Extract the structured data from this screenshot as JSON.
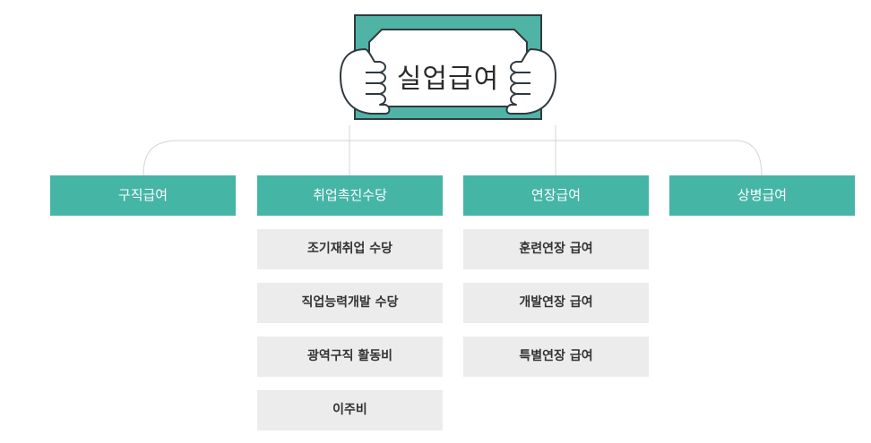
{
  "illustration": {
    "title": "실업급여",
    "color_frame": "#4fb3a6",
    "color_line": "#2f3a3f"
  },
  "colors": {
    "category_bg": "#45b5a6",
    "item_bg": "#ececec",
    "connector": "#d4d4d4"
  },
  "categories": [
    {
      "label": "구직급여",
      "items": []
    },
    {
      "label": "취업촉진수당",
      "items": [
        "조기재취업 수당",
        "직업능력개발 수당",
        "광역구직 활동비",
        "이주비"
      ]
    },
    {
      "label": "연장급여",
      "items": [
        "훈련연장 급여",
        "개발연장 급여",
        "특별연장 급여"
      ]
    },
    {
      "label": "상병급여",
      "items": []
    }
  ]
}
